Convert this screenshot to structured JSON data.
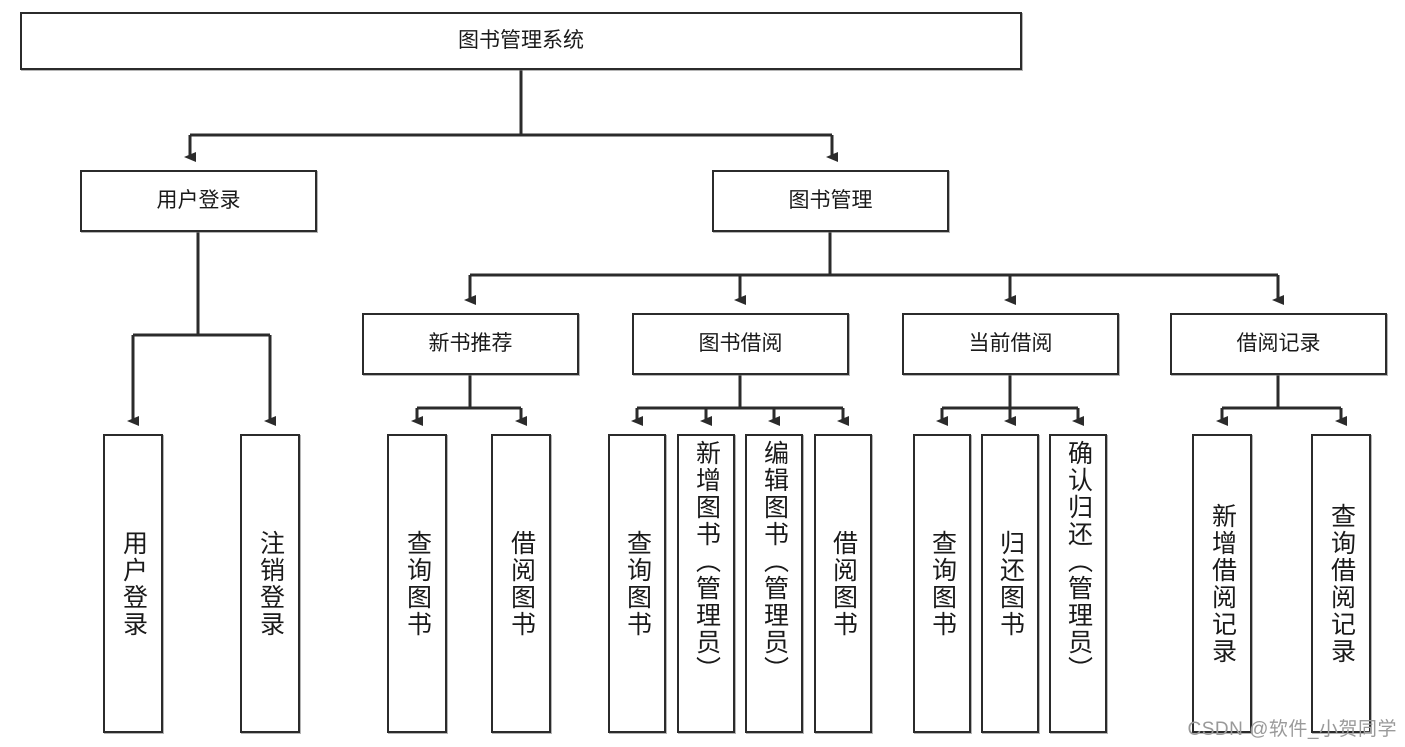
{
  "diagram": {
    "title": "图书管理系统",
    "watermark": "CSDN @软件_小贺同学",
    "root": {
      "label": "图书管理系统"
    },
    "level2": [
      {
        "label": "用户登录"
      },
      {
        "label": "图书管理"
      }
    ],
    "level3": [
      {
        "label": "新书推荐"
      },
      {
        "label": "图书借阅"
      },
      {
        "label": "当前借阅"
      },
      {
        "label": "借阅记录"
      }
    ],
    "leaves": {
      "user_login": [
        {
          "label": "用户登录"
        },
        {
          "label": "注销登录"
        }
      ],
      "new_book_recommend": [
        {
          "label": "查询图书"
        },
        {
          "label": "借阅图书"
        }
      ],
      "book_borrow": [
        {
          "label": "查询图书"
        },
        {
          "label": "新增图书（管理员）"
        },
        {
          "label": "编辑图书（管理员）"
        },
        {
          "label": "借阅图书"
        }
      ],
      "current_borrow": [
        {
          "label": "查询图书"
        },
        {
          "label": "归还图书"
        },
        {
          "label": "确认归还（管理员）"
        }
      ],
      "borrow_record": [
        {
          "label": "新增借阅记录"
        },
        {
          "label": "查询借阅记录"
        }
      ]
    },
    "colors": {
      "stroke": "#2b2b2b",
      "fill": "#ffffff",
      "text": "#1a1a1a",
      "watermark": "#9a9a9a"
    }
  }
}
